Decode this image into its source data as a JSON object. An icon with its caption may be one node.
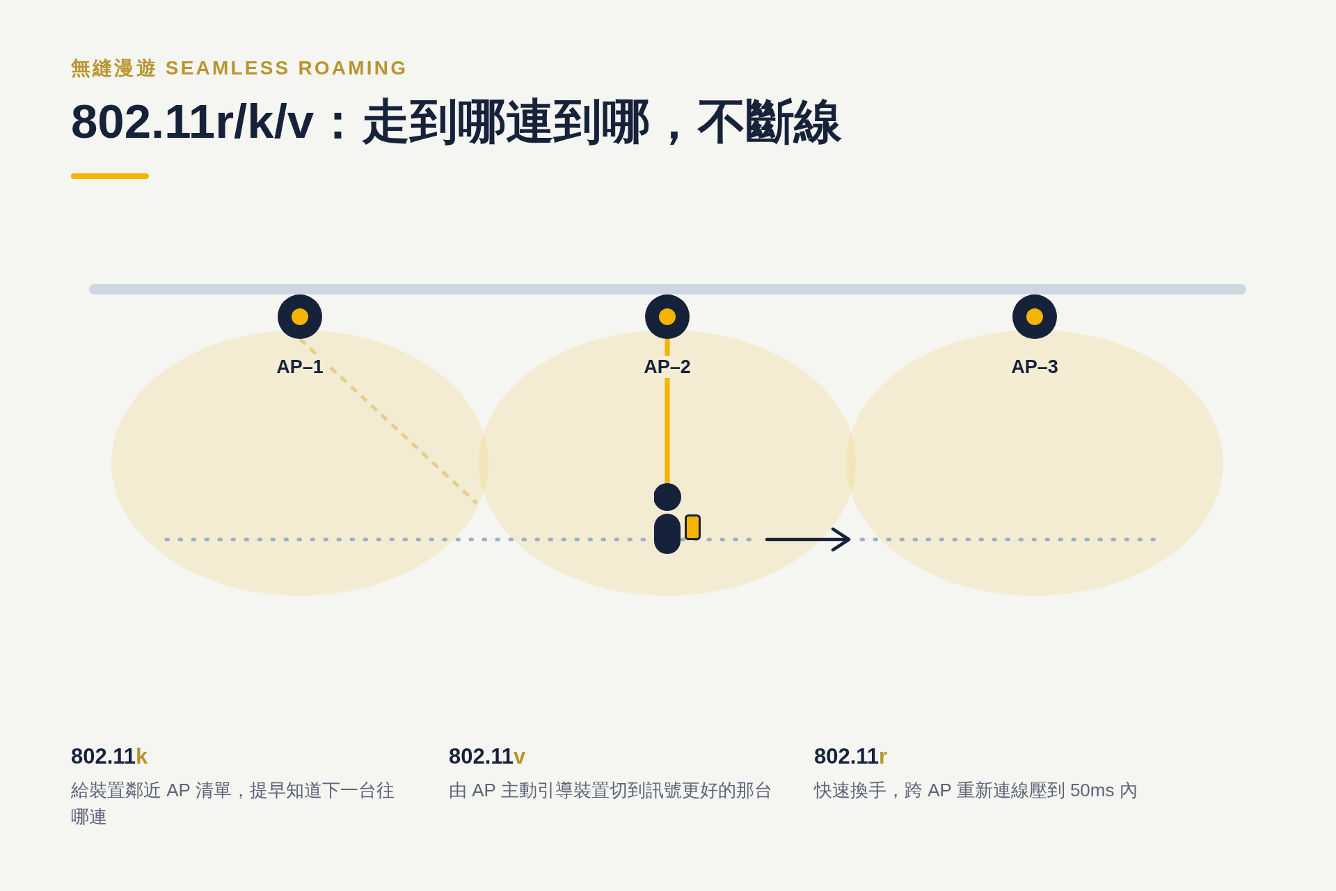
{
  "diagram": {
    "title": "802.11r/k/v：走到哪連到哪，不斷線",
    "nodes": [
      {
        "text": [],
        "shape": "bar"
      },
      {
        "text": [
          "AP–1"
        ]
      },
      {
        "text": [
          "AP–2"
        ]
      },
      {
        "text": [
          "AP–3"
        ]
      },
      {
        "text": [],
        "shape": "ellipse"
      },
      {
        "text": [],
        "shape": "ellipse"
      },
      {
        "text": [],
        "shape": "ellipse"
      },
      {
        "text": [],
        "shape": "person",
        "in": 5
      }
    ],
    "edges": [
      {
        "from": 2,
        "to": 7,
        "arrow": "none",
        "color": "#f4b400"
      },
      {
        "from": 1,
        "to": 4,
        "arrow": "none",
        "style": "dashed",
        "color": "#e5cf8b"
      }
    ],
    "labels": [
      "無縫漫遊 SEAMLESS ROAMING",
      "802.11k",
      "給裝置鄰近 AP 清單，提早知道下一台往哪連",
      "802.11v",
      "由 AP 主動引導裝置切到訊號更好的那台",
      "802.11r",
      "快速換手，跨 AP 重新連線壓到 50ms 內"
    ]
  }
}
